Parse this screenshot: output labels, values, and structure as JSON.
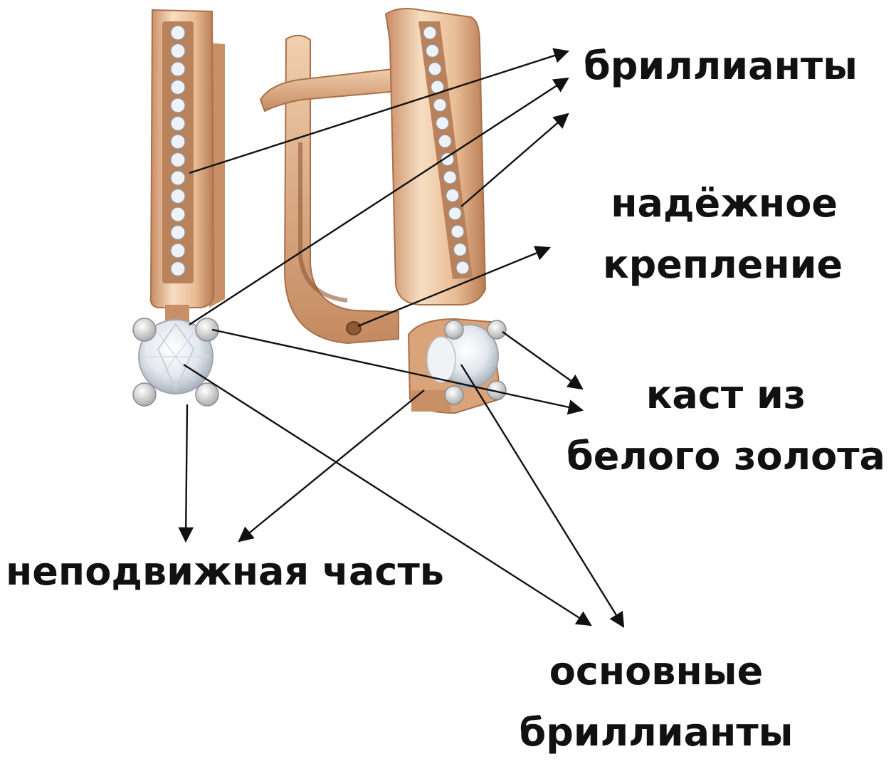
{
  "labels": {
    "diamonds": "бриллианты",
    "secure_clasp": [
      "надёжное",
      "крепление"
    ],
    "white_gold_setting": [
      "каст из",
      "белого золота"
    ],
    "fixed_part": "неподвижная часть",
    "main_diamonds": [
      "основные",
      "бриллианты"
    ]
  },
  "colors": {
    "gold_light": "#f6dcc0",
    "gold_mid": "#e4b48c",
    "gold_dark": "#b97a52",
    "white_gold": "#dcdcdc",
    "diamond": "#eef2f6",
    "line": "#111111",
    "text": "#111111"
  },
  "icons": [
    "earring-illustration",
    "diamond-icon"
  ]
}
